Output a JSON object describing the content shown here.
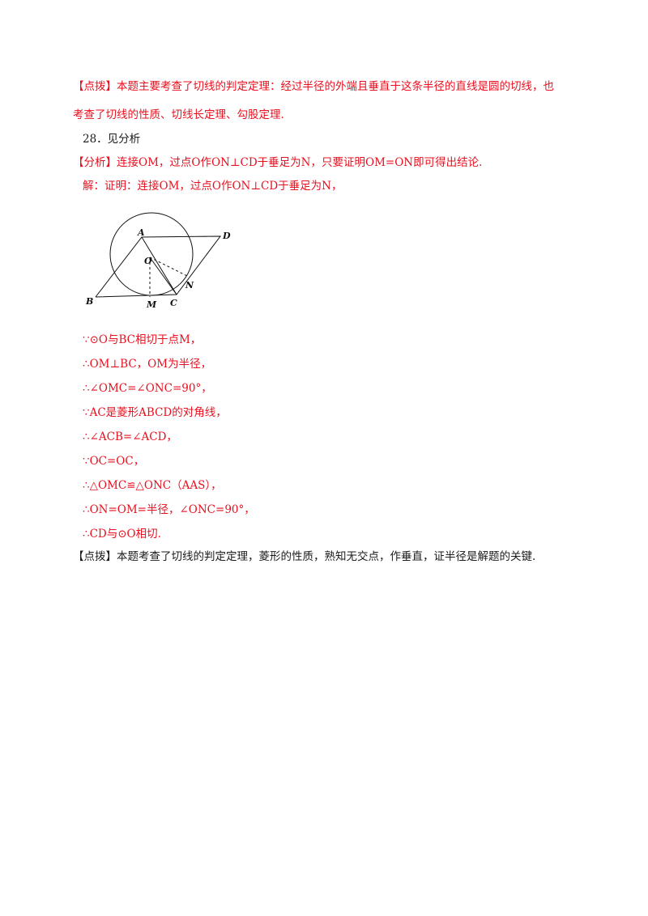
{
  "prev_tip": {
    "line1": "【点拨】本题主要考查了切线的判定定理：经过半径的外端且垂直于这条半径的直线是圆的切线，也",
    "line2": "考查了切线的性质、切线长定理、勾股定理."
  },
  "problem": {
    "number_line": "28．见分析",
    "analysis": {
      "tag": "【分析】",
      "text": "连接OM，过点O作ON⊥CD于垂足为N，只要证明OM=ON即可得出结论."
    },
    "solution_intro": "解：证明：连接OM，过点O作ON⊥CD于垂足为N，",
    "figure_labels": {
      "A": "A",
      "B": "B",
      "C": "C",
      "D": "D",
      "O": "O",
      "M": "M",
      "N": "N"
    },
    "proof_lines": [
      "∵⊙O与BC相切于点M，",
      "∴OM⊥BC，OM为半径，",
      "∴∠OMC=∠ONC=90°，",
      "∵AC是菱形ABCD的对角线，",
      "∴∠ACB=∠ACD，",
      "∵OC=OC，",
      "∴△OMC≌△ONC（AAS），",
      "∴ON=OM=半径，∠ONC=90°，",
      "∴CD与⊙O相切."
    ],
    "tip": {
      "tag": "【点拨】",
      "text": "本题考查了切线的判定定理，菱形的性质，熟知无交点，作垂直，证半径是解题的关键."
    }
  }
}
